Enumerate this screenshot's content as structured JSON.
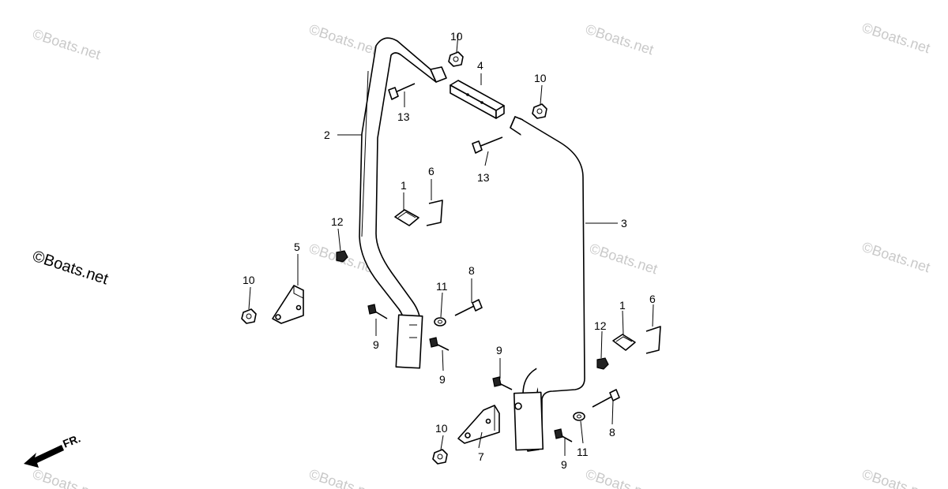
{
  "watermark": "©Boats.net",
  "brand_text": "©Boats.net",
  "direction_label": "FR.",
  "callouts": {
    "c2": "2",
    "c3": "3",
    "c4": "4",
    "c5": "5",
    "c7": "7",
    "c1a": "1",
    "c1b": "1",
    "c6a": "6",
    "c6b": "6",
    "c8a": "8",
    "c8b": "8",
    "c9a": "9",
    "c9b": "9",
    "c9c": "9",
    "c9d": "9",
    "c10a": "10",
    "c10b": "10",
    "c10c": "10",
    "c10d": "10",
    "c11a": "11",
    "c11b": "11",
    "c12a": "12",
    "c12b": "12",
    "c13a": "13",
    "c13b": "13"
  }
}
